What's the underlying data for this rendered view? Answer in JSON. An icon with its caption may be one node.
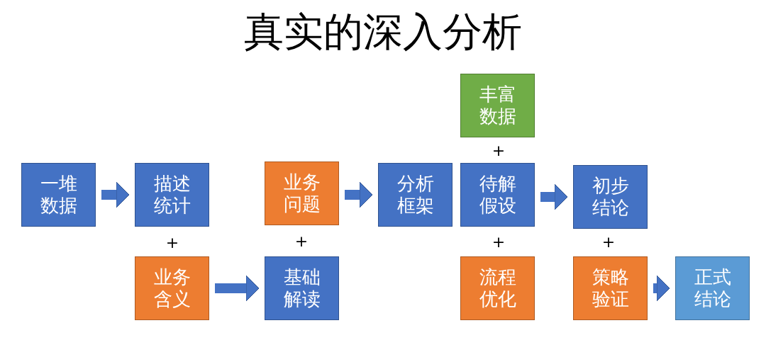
{
  "diagram": {
    "title": "真实的深入分析",
    "nodes": [
      {
        "text": [
          "一堆数据"
        ]
      },
      {
        "text": [
          "描述统计"
        ]
      },
      {
        "text": [
          "业务问题"
        ]
      },
      {
        "text": [
          "分析框架"
        ]
      },
      {
        "text": [
          "丰富数据"
        ]
      },
      {
        "text": [
          "待解假设"
        ]
      },
      {
        "text": [
          "初步结论"
        ]
      },
      {
        "text": [
          "业务含义"
        ]
      },
      {
        "text": [
          "基础解读"
        ]
      },
      {
        "text": [
          "流程优化"
        ]
      },
      {
        "text": [
          "策略验证"
        ]
      },
      {
        "text": [
          "正式结论"
        ]
      }
    ],
    "edges": [
      {
        "from": 0,
        "to": 1,
        "arrow": "to"
      },
      {
        "from": 2,
        "to": 3,
        "arrow": "to"
      },
      {
        "from": 5,
        "to": 6,
        "arrow": "to"
      },
      {
        "from": 7,
        "to": 8,
        "arrow": "to"
      },
      {
        "from": 10,
        "to": 11,
        "arrow": "to"
      }
    ],
    "labels": [
      "+",
      "+",
      "+",
      "+",
      "+"
    ]
  }
}
